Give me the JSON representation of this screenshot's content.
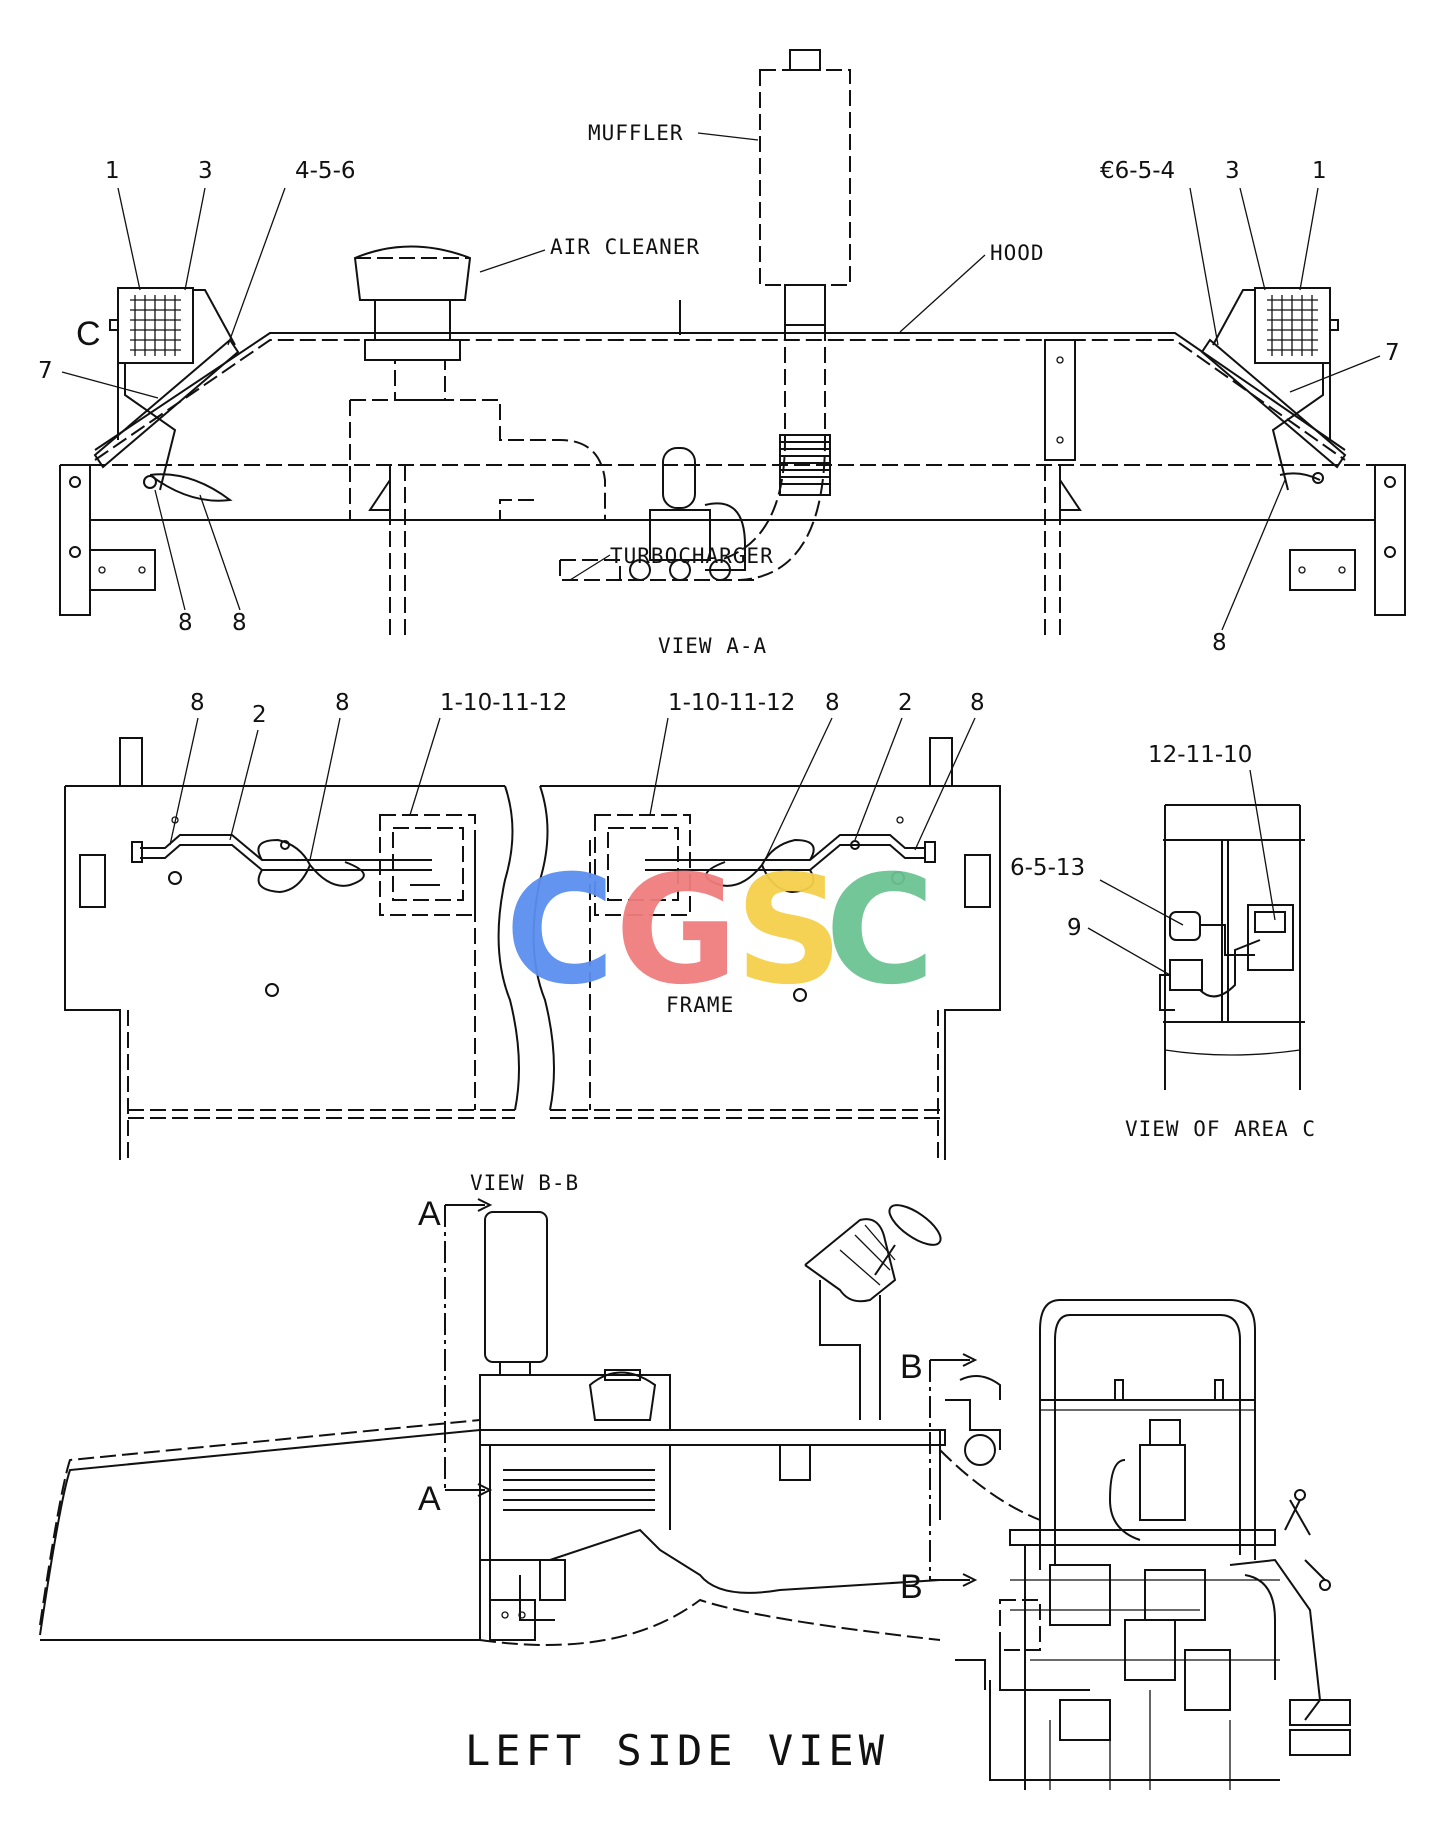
{
  "view_aa": {
    "muffler": "MUFFLER",
    "air_cleaner": "AIR CLEANER",
    "hood": "HOOD",
    "turbocharger": "TURBOCHARGER",
    "title": "VIEW A-A",
    "callout_left_1": "1",
    "callout_left_3": "3",
    "callout_left_456": "4-5-6",
    "callout_right_654": "€6-5-4",
    "callout_right_3": "3",
    "callout_right_1": "1",
    "callout_left_7": "7",
    "callout_right_7": "7",
    "callout_c": "C",
    "callout_left_8a": "8",
    "callout_left_8b": "8",
    "callout_right_8": "8"
  },
  "view_bb": {
    "title": "VIEW B-B",
    "frame": "FRAME",
    "c_8a": "8",
    "c_2a": "2",
    "c_8b": "8",
    "c_group_left": "1-10-11-12",
    "c_group_right": "1-10-11-12",
    "c_8c": "8",
    "c_2b": "2",
    "c_8d": "8"
  },
  "view_c": {
    "title": "VIEW OF AREA C",
    "c_121110": "12-11-10",
    "c_6513": "6-5-13",
    "c_9": "9"
  },
  "left_side": {
    "title": "LEFT SIDE VIEW",
    "section_a_top": "A",
    "section_a_bottom": "A",
    "section_b_top": "B",
    "section_b_bottom": "B"
  },
  "watermark": {
    "letters": [
      "C",
      "G",
      "S",
      "C"
    ],
    "colors": [
      "#5b8ff0",
      "#f07d7d",
      "#f5d04a",
      "#6cc393"
    ]
  }
}
